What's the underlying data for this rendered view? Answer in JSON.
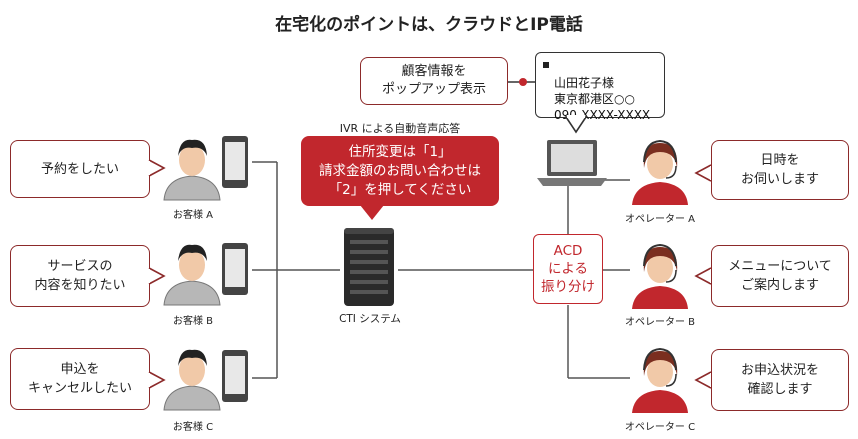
{
  "title": "在宅化のポイントは、クラウドとIP電話",
  "customers": [
    {
      "request": "予約をしたい",
      "label": "お客様 A"
    },
    {
      "request": "サービスの\n内容を知りたい",
      "label": "お客様 B"
    },
    {
      "request": "申込を\nキャンセルしたい",
      "label": "お客様 C"
    }
  ],
  "operators": [
    {
      "reply": "日時を\nお伺いします",
      "label": "オペレーター A"
    },
    {
      "reply": "メニューについて\nご案内します",
      "label": "オペレーター B"
    },
    {
      "reply": "お申込状況を\n確認します",
      "label": "オペレーター C"
    }
  ],
  "ivr": {
    "caption": "IVR による自動音声応答",
    "message": "住所変更は「1」\n請求金額のお問い合わせは\n「2」を押してください"
  },
  "cti": {
    "label": "CTI システム"
  },
  "acd": {
    "label": "ACD\nによる\n振り分け"
  },
  "popup": {
    "caption": "顧客情報を\nポップアップ表示",
    "info": "山田花子様\n東京都港区○○\n090-XXXX-XXXX"
  },
  "colors": {
    "accent": "#c1272d",
    "bubble_border": "#8c2a2a",
    "line": "#555555"
  }
}
